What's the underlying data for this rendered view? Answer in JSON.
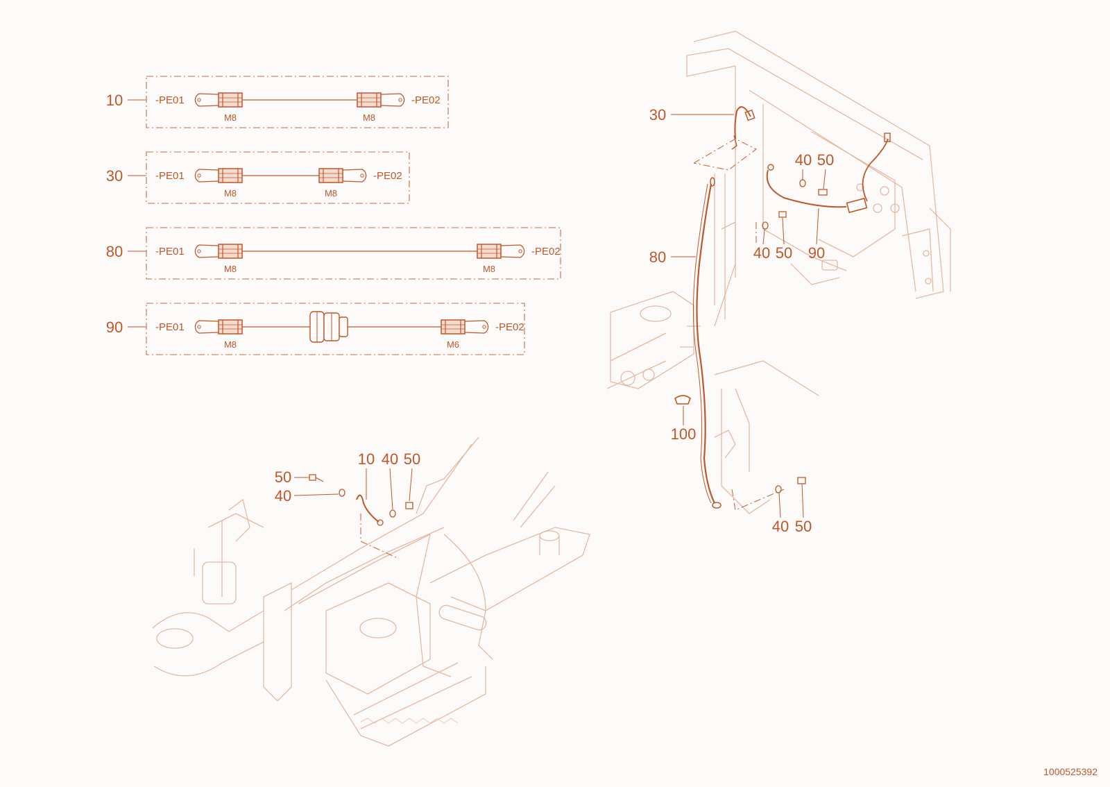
{
  "cable_table": [
    {
      "item": "10",
      "left_tag": "-PE01",
      "right_tag": "-PE02",
      "left_size": "M8",
      "right_size": "M8",
      "gland": false
    },
    {
      "item": "30",
      "left_tag": "-PE01",
      "right_tag": "-PE02",
      "left_size": "M8",
      "right_size": "M8",
      "gland": false
    },
    {
      "item": "80",
      "left_tag": "-PE01",
      "right_tag": "-PE02",
      "left_size": "M8",
      "right_size": "M8",
      "gland": false
    },
    {
      "item": "90",
      "left_tag": "-PE01",
      "right_tag": "-PE02",
      "left_size": "M8",
      "right_size": "M6",
      "gland": true
    }
  ],
  "callouts": {
    "right_30": "30",
    "right_80": "80",
    "right_40_top": "40",
    "right_50_top": "50",
    "right_40_mid": "40",
    "right_50_mid": "50",
    "right_90": "90",
    "right_100": "100",
    "right_40_bottom": "40",
    "right_50_bottom": "50",
    "left_50": "50",
    "left_40": "40",
    "left_10_top": "10",
    "left_40_top": "40",
    "left_50_top": "50"
  },
  "document_number": "1000525392",
  "colors": {
    "accent": "#c0562a",
    "faint": "#e4b8a2",
    "background": "#fcfbf9"
  }
}
